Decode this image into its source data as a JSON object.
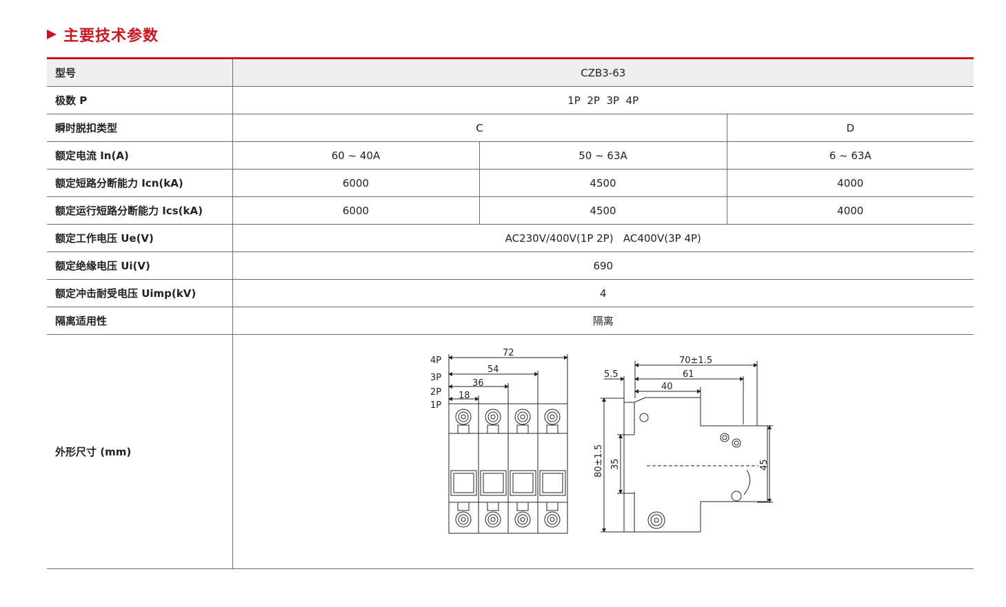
{
  "section_title": "主要技术参数",
  "header": {
    "label": "型号",
    "value": "CZB3-63"
  },
  "rows": {
    "poles": {
      "label": "极数 P",
      "value": "1P  2P  3P  4P"
    },
    "trip": {
      "label": "瞬时脱扣类型",
      "c": "C",
      "d": "D"
    },
    "current": {
      "label": "额定电流 In(A)",
      "v1": "60 ~ 40A",
      "v2": "50 ~ 63A",
      "v3": "6 ~ 63A"
    },
    "icn": {
      "label": "额定短路分断能力 Icn(kA)",
      "v1": "6000",
      "v2": "4500",
      "v3": "4000"
    },
    "ics": {
      "label": "额定运行短路分断能力 Ics(kA)",
      "v1": "6000",
      "v2": "4500",
      "v3": "4000"
    },
    "ue": {
      "label": "额定工作电压 Ue(V)",
      "value": "AC230V/400V(1P 2P)   AC400V(3P 4P)"
    },
    "ui": {
      "label": "额定绝缘电压 Ui(V)",
      "value": "690"
    },
    "uimp": {
      "label": "额定冲击耐受电压 Uimp(kV)",
      "value": "4"
    },
    "isolation": {
      "label": "隔离适用性",
      "value": "隔离"
    },
    "dimensions": {
      "label": "外形尺寸 (mm)"
    }
  },
  "diagram": {
    "front": {
      "pole_labels": [
        "4P",
        "3P",
        "2P",
        "1P"
      ],
      "widths": [
        "72",
        "54",
        "36",
        "18"
      ]
    },
    "side": {
      "d_70": "70±1.5",
      "d_61": "61",
      "d_40": "40",
      "d_5_5": "5.5",
      "d_80": "80±1.5",
      "d_35": "35",
      "d_45": "45"
    }
  },
  "colors": {
    "accent": "#c8161e",
    "header_bg": "#eeeeee",
    "rule": "#6a6a6a"
  }
}
